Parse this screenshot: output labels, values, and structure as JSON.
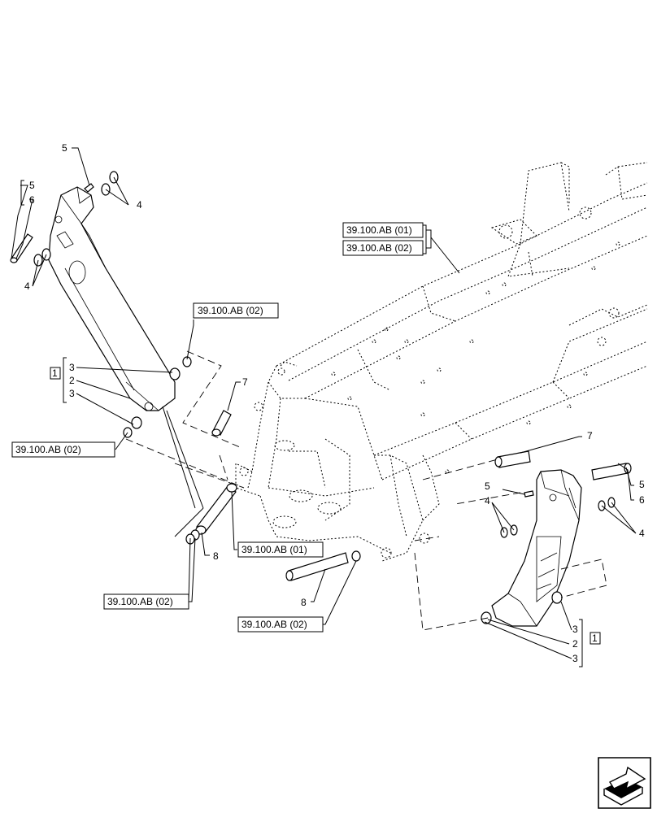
{
  "callouts": {
    "item_1": "1",
    "item_2": "2",
    "item_3": "3",
    "item_4": "4",
    "item_5": "5",
    "item_6": "6",
    "item_7": "7",
    "item_8": "8"
  },
  "references": {
    "ref_01": "39.100.AB (01)",
    "ref_02": "39.100.AB (02)"
  },
  "icons": {
    "nav": "next-page-arrow-icon"
  }
}
